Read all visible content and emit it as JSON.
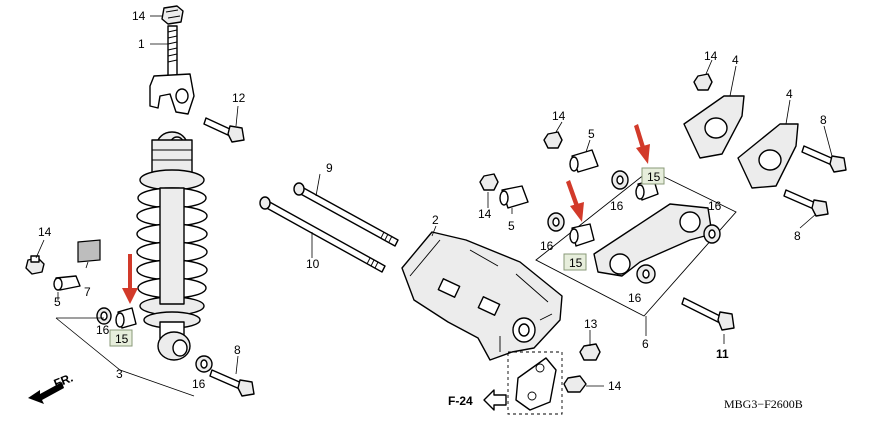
{
  "callouts": {
    "c1": "1",
    "c2": "2",
    "c3": "3",
    "c4a": "4",
    "c4b": "4",
    "c5a": "5",
    "c5b": "5",
    "c5c": "5",
    "c6": "6",
    "c7": "7",
    "c8a": "8",
    "c8b": "8",
    "c8c": "8",
    "c9": "9",
    "c10": "10",
    "c11": "11",
    "c12": "12",
    "c13": "13",
    "c14a": "14",
    "c14b": "14",
    "c14c": "14",
    "c14d": "14",
    "c14e": "14",
    "c14f": "14",
    "c15a": "15",
    "c15b": "15",
    "c15c": "15",
    "c16a": "16",
    "c16b": "16",
    "c16c": "16",
    "c16d": "16",
    "c16e": "16",
    "c16f": "16"
  },
  "front_label": "FR.",
  "ref_label": "F-24",
  "diagram_code": "MBG3−F2600B",
  "colors": {
    "highlight_arrow": "#d23a2a",
    "highlight_box": "#e7eedc"
  }
}
